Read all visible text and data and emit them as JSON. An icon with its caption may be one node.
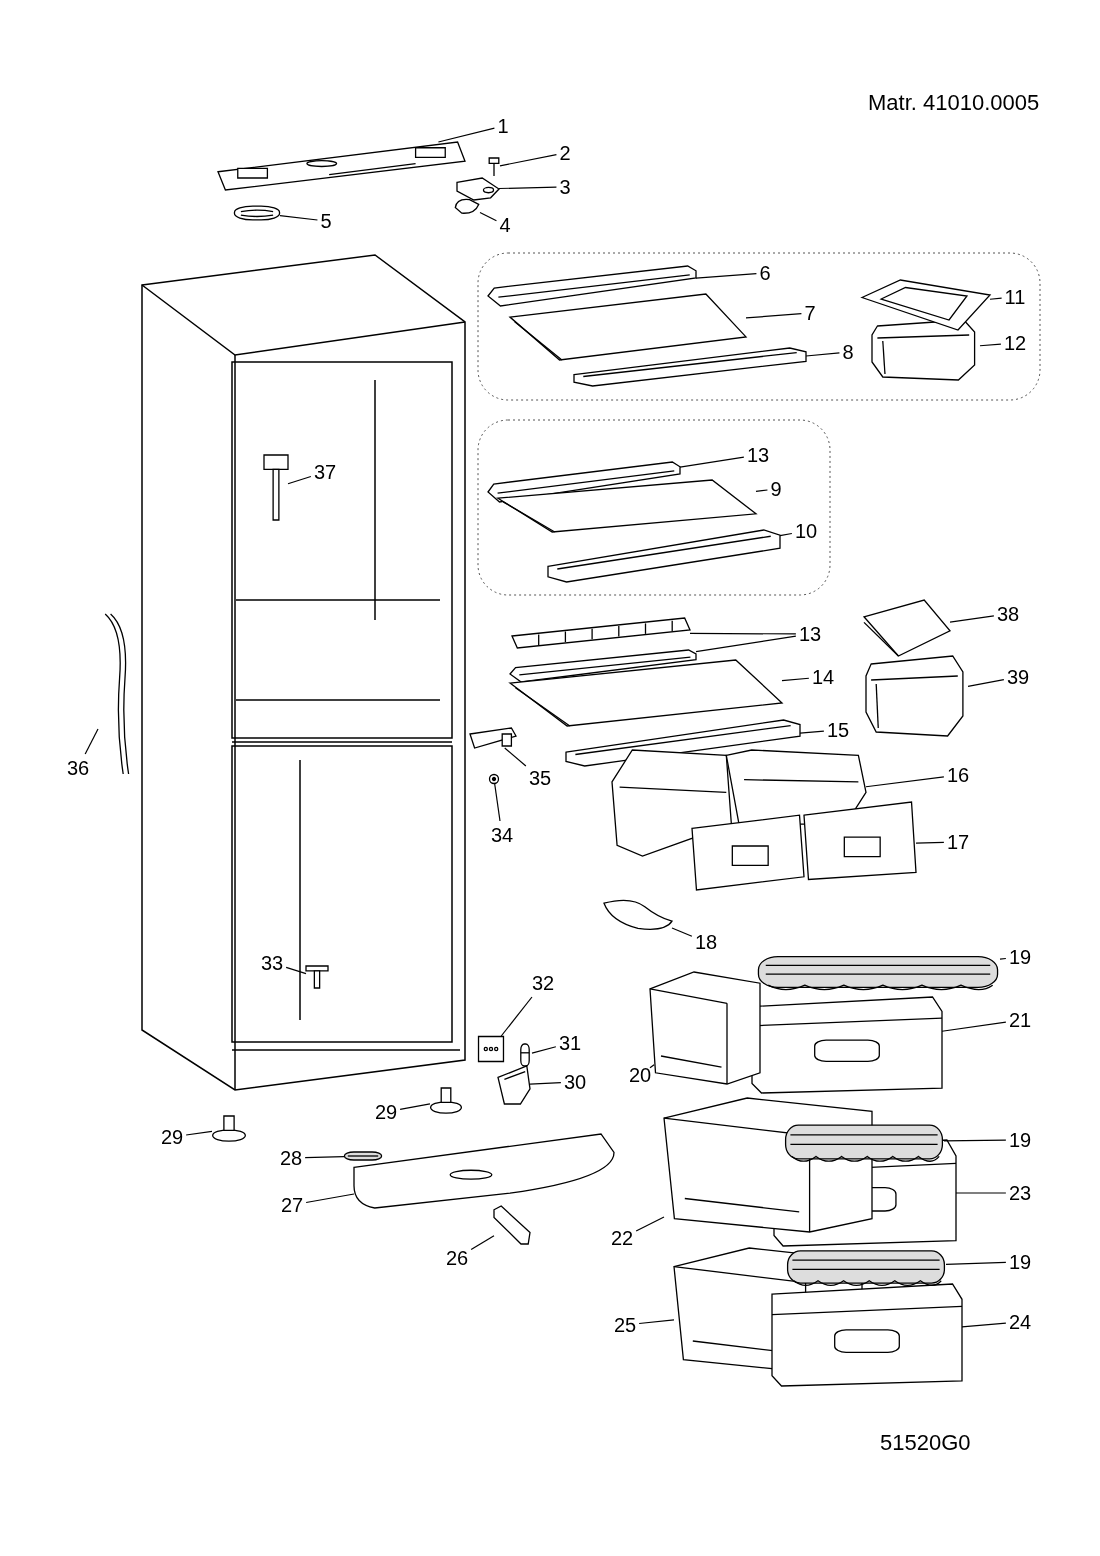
{
  "diagram": {
    "nodes": [
      {
        "text": [
          "1"
        ]
      },
      {
        "text": [],
        "shape": "picture"
      },
      {
        "text": [
          "2"
        ]
      },
      {
        "text": [],
        "shape": "picture"
      },
      {
        "text": [
          "3"
        ]
      },
      {
        "text": [],
        "shape": "picture"
      },
      {
        "text": [
          "5"
        ]
      },
      {
        "text": [],
        "shape": "picture"
      },
      {
        "text": [
          "4"
        ]
      },
      {
        "text": [],
        "shape": "picture"
      },
      {
        "text": [
          "6"
        ]
      },
      {
        "text": [],
        "shape": "picture"
      },
      {
        "text": [
          "7"
        ]
      },
      {
        "text": [],
        "shape": "picture"
      },
      {
        "text": [
          "11"
        ]
      },
      {
        "text": [],
        "shape": "picture"
      },
      {
        "text": [
          "8"
        ]
      },
      {
        "text": [],
        "shape": "picture"
      },
      {
        "text": [
          "12"
        ]
      },
      {
        "text": [],
        "shape": "picture"
      },
      {
        "text": [
          "37"
        ]
      },
      {
        "text": [],
        "shape": "picture"
      },
      {
        "text": [
          "13"
        ]
      },
      {
        "text": [],
        "shape": "picture"
      },
      {
        "text": [
          "9"
        ]
      },
      {
        "text": [],
        "shape": "picture"
      },
      {
        "text": [
          "10"
        ]
      },
      {
        "text": [],
        "shape": "picture"
      },
      {
        "text": [
          "38"
        ]
      },
      {
        "text": [],
        "shape": "picture"
      },
      {
        "text": [
          "13"
        ]
      },
      {
        "text": [],
        "shape": "picture"
      },
      {
        "text": [],
        "shape": "picture"
      },
      {
        "text": [
          "39"
        ]
      },
      {
        "text": [],
        "shape": "picture"
      },
      {
        "text": [
          "14"
        ]
      },
      {
        "text": [],
        "shape": "picture"
      },
      {
        "text": [
          "15"
        ]
      },
      {
        "text": [],
        "shape": "picture"
      },
      {
        "text": [
          "36"
        ]
      },
      {
        "text": [],
        "shape": "picture"
      },
      {
        "text": [
          "35"
        ]
      },
      {
        "text": [],
        "shape": "picture"
      },
      {
        "text": [
          "16"
        ]
      },
      {
        "text": [],
        "shape": "picture"
      },
      {
        "text": [
          "34"
        ]
      },
      {
        "text": [],
        "shape": "picture"
      },
      {
        "text": [
          "17"
        ]
      },
      {
        "text": [],
        "shape": "picture"
      },
      {
        "text": [
          "18"
        ]
      },
      {
        "text": [],
        "shape": "picture"
      },
      {
        "text": [
          "19"
        ]
      },
      {
        "text": [],
        "shape": "picture"
      },
      {
        "text": [
          "33"
        ]
      },
      {
        "text": [],
        "shape": "picture"
      },
      {
        "text": [
          "32"
        ]
      },
      {
        "text": [],
        "shape": "picture"
      },
      {
        "text": [
          "21"
        ]
      },
      {
        "text": [],
        "shape": "picture"
      },
      {
        "text": [
          "31"
        ]
      },
      {
        "text": [],
        "shape": "picture"
      },
      {
        "text": [
          "20"
        ]
      },
      {
        "text": [],
        "shape": "picture"
      },
      {
        "text": [
          "30"
        ]
      },
      {
        "text": [],
        "shape": "picture"
      },
      {
        "text": [
          "29"
        ]
      },
      {
        "text": [],
        "shape": "picture"
      },
      {
        "text": [
          "19"
        ]
      },
      {
        "text": [],
        "shape": "picture"
      },
      {
        "text": [
          "29"
        ]
      },
      {
        "text": [],
        "shape": "picture"
      },
      {
        "text": [
          "28"
        ]
      },
      {
        "text": [],
        "shape": "picture"
      },
      {
        "text": [
          "27"
        ]
      },
      {
        "text": [],
        "shape": "picture"
      },
      {
        "text": [
          "23"
        ]
      },
      {
        "text": [],
        "shape": "picture"
      },
      {
        "text": [
          "22"
        ]
      },
      {
        "text": [],
        "shape": "picture"
      },
      {
        "text": [
          "26"
        ]
      },
      {
        "text": [],
        "shape": "picture"
      },
      {
        "text": [
          "19"
        ]
      },
      {
        "text": [],
        "shape": "picture"
      },
      {
        "text": [
          "25"
        ]
      },
      {
        "text": [],
        "shape": "picture"
      },
      {
        "text": [
          "24"
        ]
      },
      {
        "text": [],
        "shape": "picture"
      }
    ],
    "edges": [
      {
        "from": 0,
        "to": 1,
        "arrow": "none"
      },
      {
        "from": 2,
        "to": 3,
        "arrow": "none"
      },
      {
        "from": 4,
        "to": 5,
        "arrow": "none"
      },
      {
        "from": 6,
        "to": 7,
        "arrow": "none"
      },
      {
        "from": 8,
        "to": 9,
        "arrow": "none"
      },
      {
        "from": 10,
        "to": 11,
        "arrow": "none"
      },
      {
        "from": 12,
        "to": 13,
        "arrow": "none"
      },
      {
        "from": 14,
        "to": 15,
        "arrow": "none"
      },
      {
        "from": 16,
        "to": 17,
        "arrow": "none"
      },
      {
        "from": 18,
        "to": 19,
        "arrow": "none"
      },
      {
        "from": 20,
        "to": 21,
        "arrow": "none"
      },
      {
        "from": 22,
        "to": 23,
        "arrow": "none"
      },
      {
        "from": 24,
        "to": 25,
        "arrow": "none"
      },
      {
        "from": 26,
        "to": 27,
        "arrow": "none"
      },
      {
        "from": 28,
        "to": 29,
        "arrow": "none"
      },
      {
        "from": 30,
        "to": 31,
        "arrow": "none"
      },
      {
        "from": 30,
        "to": 32,
        "arrow": "none"
      },
      {
        "from": 33,
        "to": 34,
        "arrow": "none"
      },
      {
        "from": 35,
        "to": 36,
        "arrow": "none"
      },
      {
        "from": 37,
        "to": 38,
        "arrow": "none"
      },
      {
        "from": 39,
        "to": 40,
        "arrow": "none"
      },
      {
        "from": 41,
        "to": 42,
        "arrow": "none"
      },
      {
        "from": 43,
        "to": 44,
        "arrow": "none"
      },
      {
        "from": 45,
        "to": 46,
        "arrow": "none"
      },
      {
        "from": 47,
        "to": 48,
        "arrow": "none"
      },
      {
        "from": 49,
        "to": 50,
        "arrow": "none"
      },
      {
        "from": 51,
        "to": 52,
        "arrow": "none"
      },
      {
        "from": 53,
        "to": 54,
        "arrow": "none"
      },
      {
        "from": 55,
        "to": 56,
        "arrow": "none"
      },
      {
        "from": 57,
        "to": 58,
        "arrow": "none"
      },
      {
        "from": 59,
        "to": 60,
        "arrow": "none"
      },
      {
        "from": 61,
        "to": 62,
        "arrow": "none"
      },
      {
        "from": 63,
        "to": 64,
        "arrow": "none"
      },
      {
        "from": 65,
        "to": 66,
        "arrow": "none"
      },
      {
        "from": 67,
        "to": 68,
        "arrow": "none"
      },
      {
        "from": 69,
        "to": 70,
        "arrow": "none"
      },
      {
        "from": 71,
        "to": 72,
        "arrow": "none"
      },
      {
        "from": 73,
        "to": 74,
        "arrow": "none"
      },
      {
        "from": 75,
        "to": 76,
        "arrow": "none"
      },
      {
        "from": 77,
        "to": 78,
        "arrow": "none"
      },
      {
        "from": 79,
        "to": 80,
        "arrow": "none"
      },
      {
        "from": 81,
        "to": 82,
        "arrow": "none"
      },
      {
        "from": 83,
        "to": 84,
        "arrow": "none"
      },
      {
        "from": 85,
        "to": 86,
        "arrow": "none"
      }
    ],
    "labels": [
      "Matr. 41010.0005",
      "51520G0"
    ]
  }
}
